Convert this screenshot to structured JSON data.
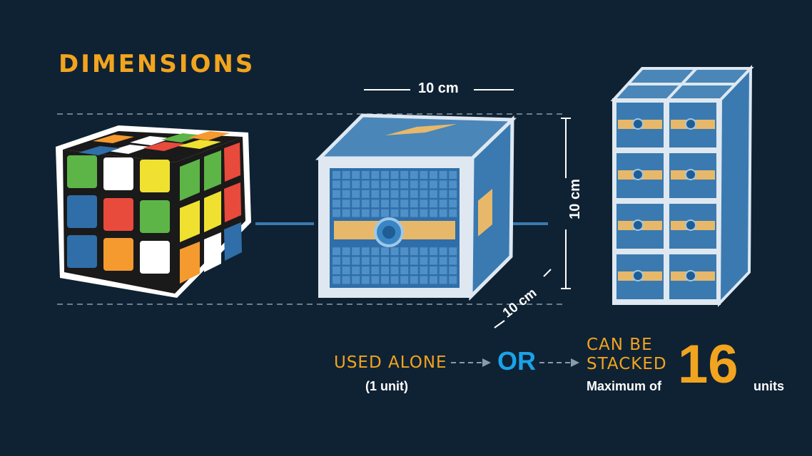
{
  "title": "DIMENSIONS",
  "dimensions": {
    "width": "10 cm",
    "height": "10 cm",
    "depth": "10 cm"
  },
  "usage": {
    "alone_label": "USED ALONE",
    "alone_sub": "(1 unit)",
    "or_label": "OR",
    "stack_line1": "CAN BE",
    "stack_line2": "STACKED",
    "max_label": "Maximum of",
    "max_count": "16",
    "units_label": "units"
  },
  "colors": {
    "background": "#0f2233",
    "accent_orange": "#f2a41f",
    "accent_blue": "#1aa3e8",
    "panel_blue": "#3a7ab0",
    "cube_red": "#e84a3c",
    "cube_green": "#5db548",
    "cube_yellow": "#f0e130",
    "cube_orange": "#f59a2f",
    "cube_blue": "#2f6ea8"
  },
  "icons": [
    "rubiks-cube-icon",
    "cubesat-icon",
    "stacked-cubesat-icon",
    "arrow-right-icon"
  ]
}
